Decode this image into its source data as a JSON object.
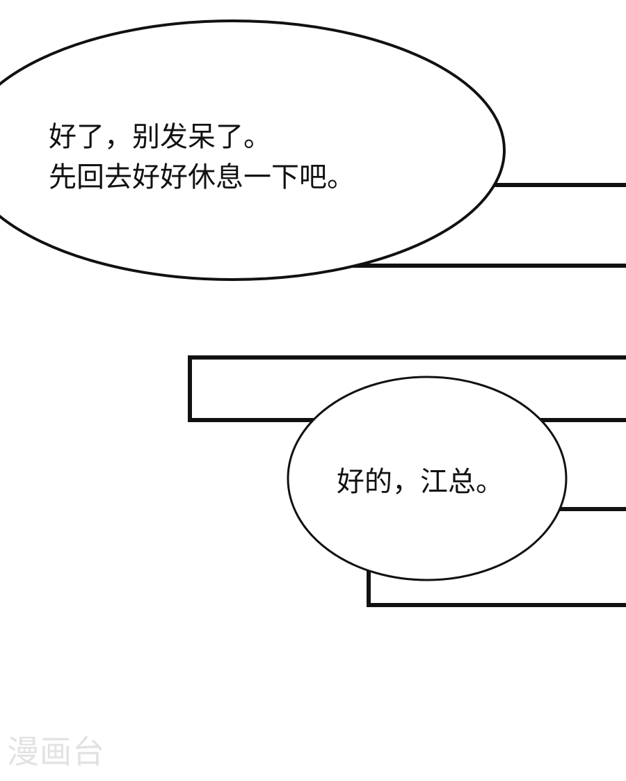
{
  "speech_bubbles": [
    {
      "lines": [
        "好了，别发呆了。",
        "先回去好好休息一下吧。"
      ]
    },
    {
      "lines": [
        "好的，江总。"
      ]
    }
  ],
  "watermark": "漫画台",
  "colors": {
    "ink": "#111111",
    "background": "#ffffff",
    "watermark": "#e2e2e2"
  }
}
